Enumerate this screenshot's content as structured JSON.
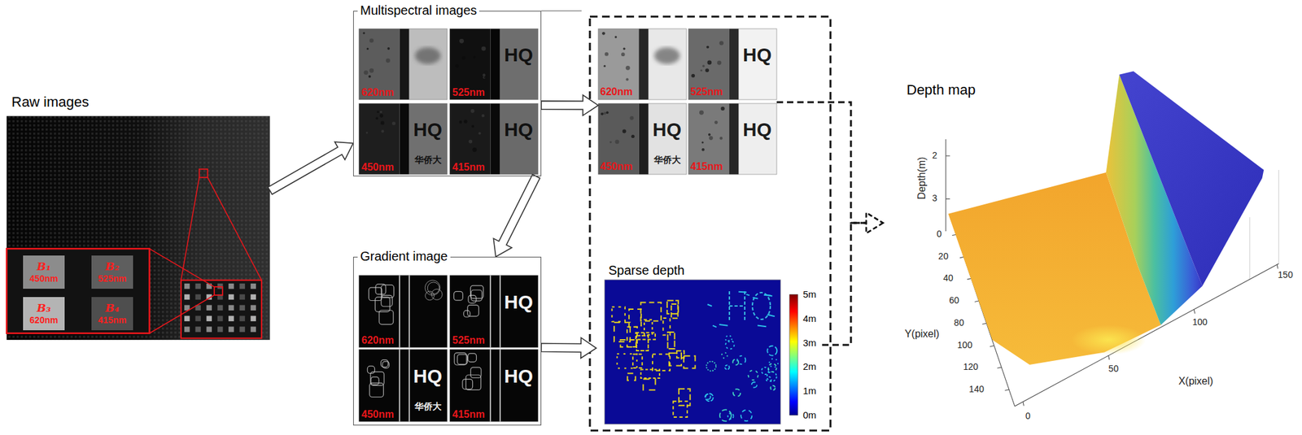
{
  "diagram": {
    "nodes": [
      {
        "text": [
          "Raw images"
        ]
      },
      {
        "text": [
          "B₁",
          "450nm"
        ],
        "in": 0
      },
      {
        "text": [
          "B₂",
          "525nm"
        ],
        "in": 0
      },
      {
        "text": [
          "B₃",
          "620nm"
        ],
        "in": 0
      },
      {
        "text": [
          "B₄",
          "415nm"
        ],
        "in": 0
      },
      {
        "text": [
          "Multispectral images",
          "620nm",
          "525nm",
          "450nm",
          "415nm"
        ]
      },
      {
        "text": [
          "620nm",
          "525nm",
          "450nm",
          "415nm"
        ]
      },
      {
        "text": [
          "Gradient image",
          "620nm",
          "525nm",
          "450nm",
          "415nm"
        ]
      },
      {
        "text": [
          "Sparse depth"
        ]
      },
      {
        "text": [
          "Depth map"
        ]
      }
    ],
    "edges": [
      {
        "from": 0,
        "to": 5,
        "arrow": "to"
      },
      {
        "from": 5,
        "to": 6,
        "arrow": "to"
      },
      {
        "from": 5,
        "to": 7,
        "arrow": "to"
      },
      {
        "from": 7,
        "to": 8,
        "arrow": "to"
      },
      {
        "from": 6,
        "to": 9,
        "arrow": "to"
      },
      {
        "from": 8,
        "to": 9,
        "arrow": "to"
      }
    ],
    "labels": [
      "HQ",
      "HQ",
      "华侨大",
      "HQ",
      "HQ",
      "HQ",
      "华侨大",
      "HQ",
      "HQ",
      "HQ",
      "华侨大",
      "HQ",
      "5m",
      "4m",
      "3m",
      "2m",
      "1m",
      "0m",
      "Depth(m)",
      "2",
      "3",
      "Y(pixel)",
      "0",
      "20",
      "40",
      "60",
      "80",
      "100",
      "120",
      "140",
      "X(pixel)",
      "0",
      "50",
      "100",
      "150"
    ]
  }
}
